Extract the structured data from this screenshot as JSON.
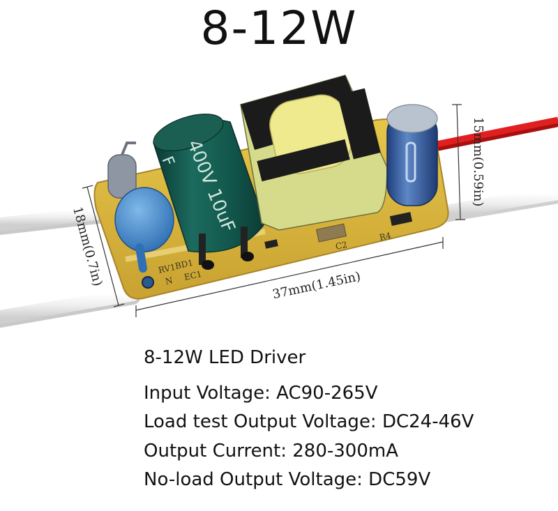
{
  "title": "8-12W",
  "dimensions": {
    "width": "37mm(1.45in)",
    "height_left": "18mm(0.7in)",
    "height_right": "15mm(0.59in)"
  },
  "board_labels": {
    "capacitor_text": "400V 10uF",
    "rv": "RV1",
    "bd": "BD1",
    "n": "N",
    "ec1": "EC1",
    "c2": "C2",
    "r4": "R4",
    "f": "F"
  },
  "specs": {
    "heading": "8-12W LED Driver",
    "lines": [
      "Input Voltage: AC90-265V",
      "Load test Output Voltage: DC24-46V",
      "Output Current: 280-300mA",
      "No-load Output Voltage: DC59V"
    ]
  }
}
